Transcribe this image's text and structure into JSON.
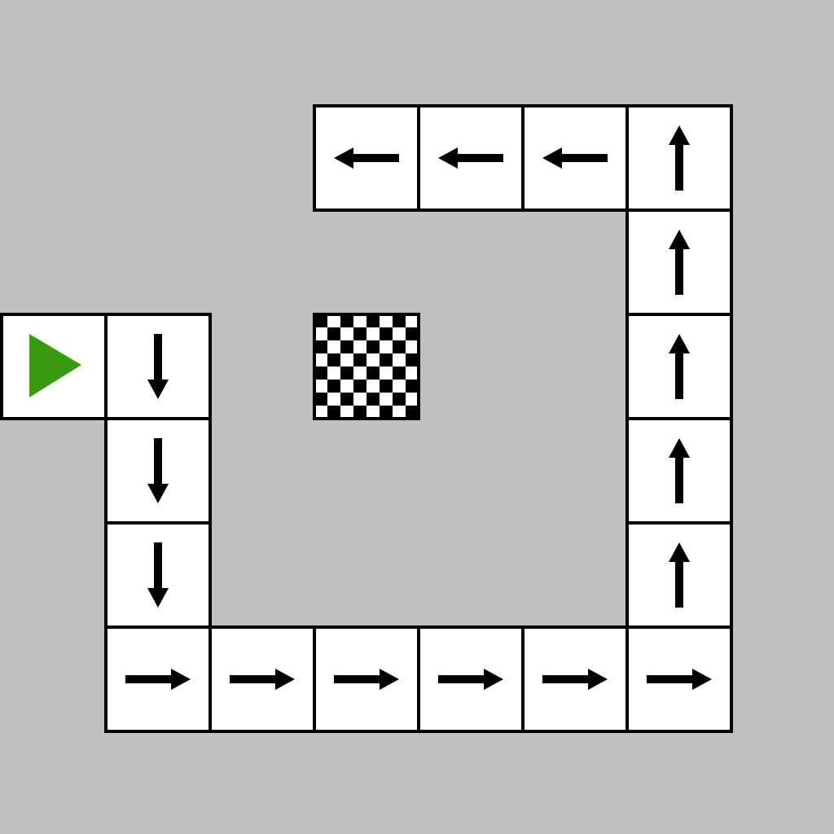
{
  "colors": {
    "background": "#c0c0c0",
    "cell_fill": "#ffffff",
    "cell_border": "#000000",
    "arrow": "#000000",
    "start_marker": "#3a9a12",
    "goal_dark": "#000000",
    "goal_light": "#ffffff"
  },
  "grid": {
    "columns": 8,
    "rows": 8
  },
  "start": {
    "col": 0,
    "row": 3,
    "icon": "play-triangle-icon"
  },
  "goal": {
    "col": 3,
    "row": 3,
    "icon": "checkered-flag-icon",
    "checker_count": 8
  },
  "path": [
    {
      "col": 1,
      "row": 3,
      "direction": "down"
    },
    {
      "col": 1,
      "row": 4,
      "direction": "down"
    },
    {
      "col": 1,
      "row": 5,
      "direction": "down"
    },
    {
      "col": 1,
      "row": 6,
      "direction": "right"
    },
    {
      "col": 2,
      "row": 6,
      "direction": "right"
    },
    {
      "col": 3,
      "row": 6,
      "direction": "right"
    },
    {
      "col": 4,
      "row": 6,
      "direction": "right"
    },
    {
      "col": 5,
      "row": 6,
      "direction": "right"
    },
    {
      "col": 6,
      "row": 6,
      "direction": "right"
    },
    {
      "col": 6,
      "row": 5,
      "direction": "up"
    },
    {
      "col": 6,
      "row": 4,
      "direction": "up"
    },
    {
      "col": 6,
      "row": 3,
      "direction": "up"
    },
    {
      "col": 6,
      "row": 2,
      "direction": "up"
    },
    {
      "col": 6,
      "row": 1,
      "direction": "up"
    },
    {
      "col": 5,
      "row": 1,
      "direction": "left"
    },
    {
      "col": 4,
      "row": 1,
      "direction": "left"
    },
    {
      "col": 3,
      "row": 1,
      "direction": "left"
    }
  ]
}
